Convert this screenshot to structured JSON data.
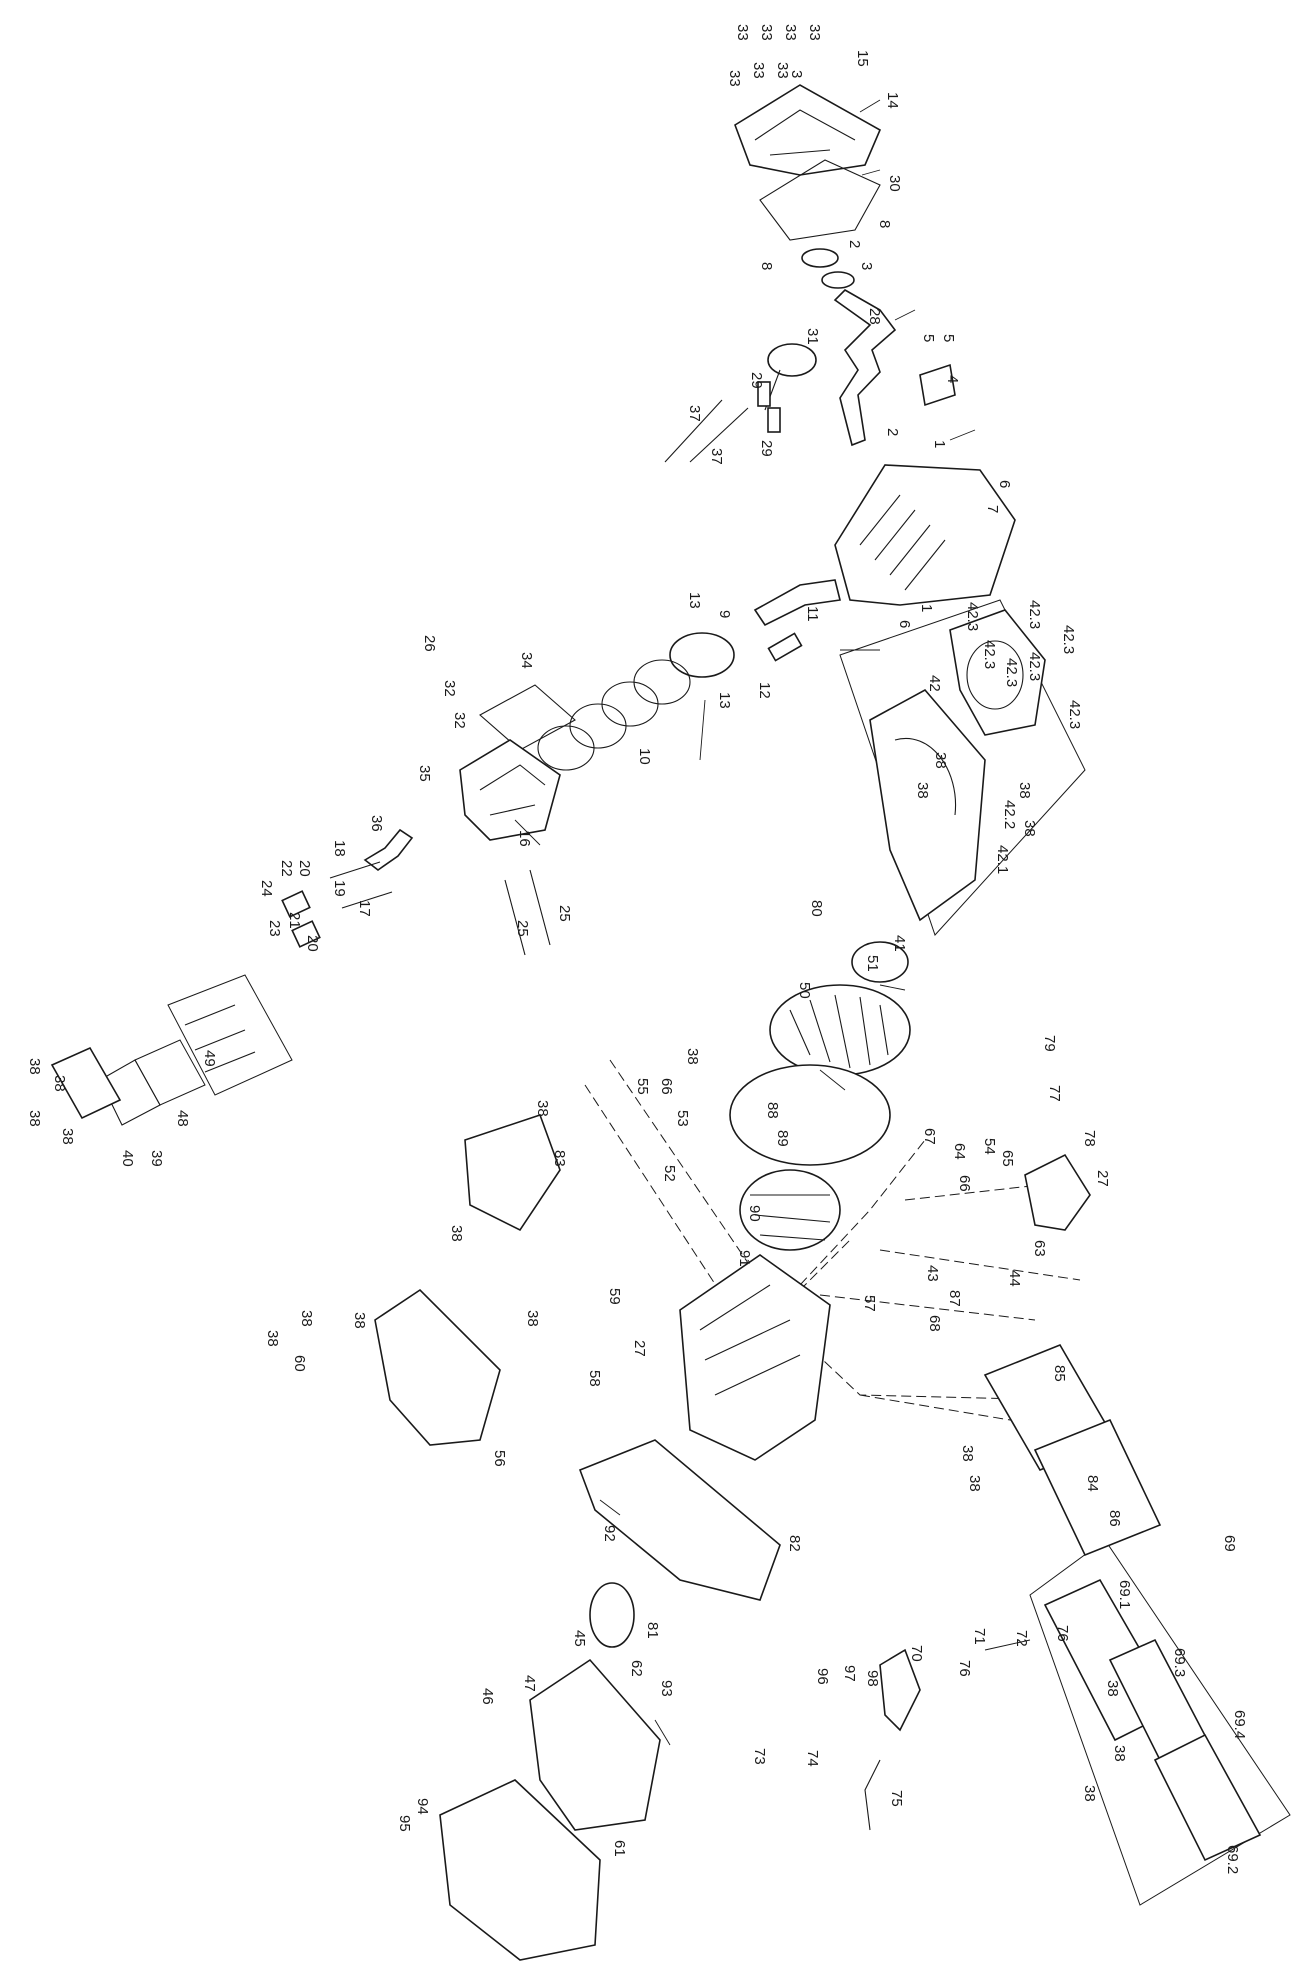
{
  "style": {
    "line_color": "#1a1a1a",
    "background": "#ffffff"
  },
  "callouts": [
    "33",
    "33",
    "33",
    "33",
    "33",
    "33",
    "33",
    "3",
    "15",
    "14",
    "30",
    "8",
    "2",
    "8",
    "3",
    "28",
    "31",
    "5",
    "5",
    "4",
    "29",
    "29",
    "37",
    "37",
    "2",
    "1",
    "6",
    "7",
    "6",
    "1",
    "13",
    "9",
    "11",
    "12",
    "13",
    "10",
    "34",
    "32",
    "32",
    "26",
    "16",
    "35",
    "36",
    "18",
    "19",
    "17",
    "22",
    "20",
    "24",
    "21",
    "20",
    "23",
    "49",
    "25",
    "25",
    "48",
    "39",
    "40",
    "38",
    "38",
    "38",
    "38",
    "42",
    "42.3",
    "42.3",
    "42.3",
    "42.3",
    "42.3",
    "42.3",
    "42.3",
    "42.2",
    "38",
    "38",
    "38",
    "38",
    "42.1",
    "80",
    "41",
    "51",
    "50",
    "88",
    "89",
    "90",
    "91",
    "38",
    "55",
    "66",
    "53",
    "52",
    "38",
    "83",
    "38",
    "79",
    "77",
    "78",
    "67",
    "64",
    "54",
    "65",
    "66",
    "27",
    "63",
    "43",
    "87",
    "44",
    "59",
    "38",
    "38",
    "38",
    "38",
    "60",
    "56",
    "27",
    "58",
    "57",
    "68",
    "85",
    "84",
    "86",
    "38",
    "38",
    "82",
    "92",
    "70",
    "71",
    "76",
    "72",
    "76",
    "69",
    "69.1",
    "69.3",
    "69.4",
    "38",
    "38",
    "38",
    "69.2",
    "96",
    "97",
    "98",
    "62",
    "93",
    "81",
    "73",
    "74",
    "75",
    "45",
    "47",
    "46",
    "61",
    "94",
    "95"
  ]
}
